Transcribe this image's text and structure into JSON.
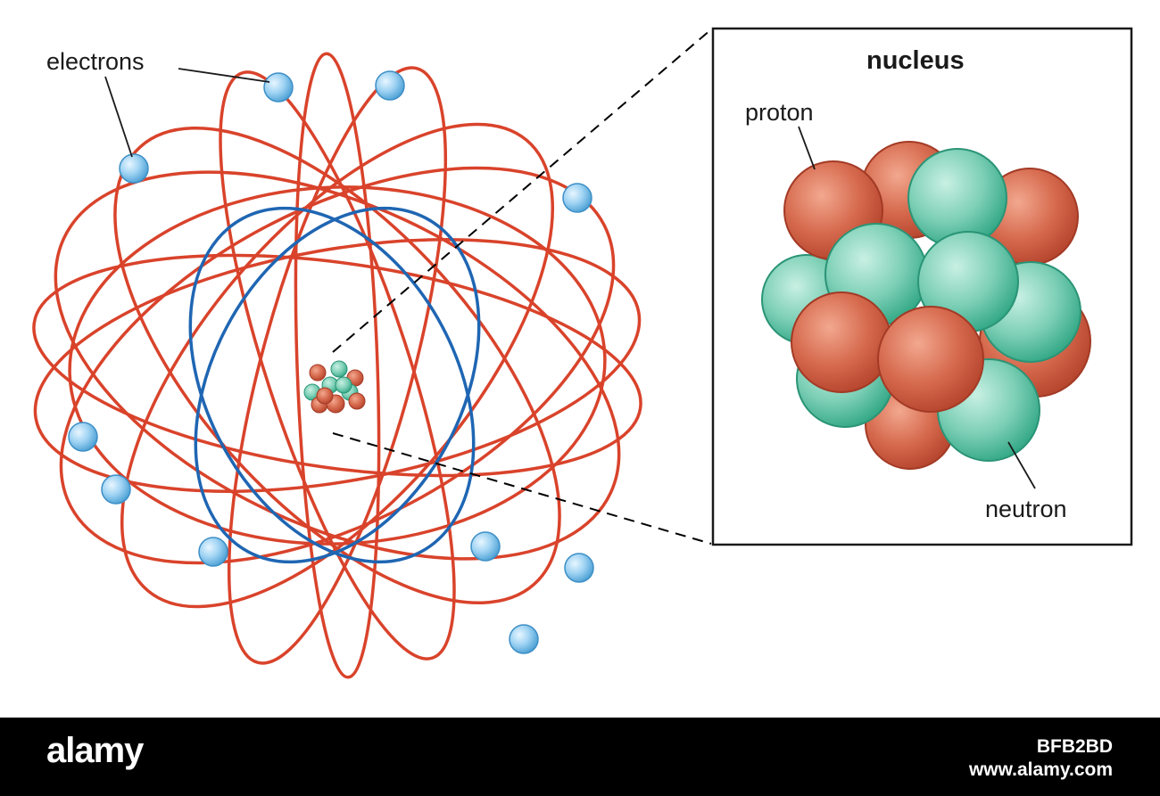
{
  "labels": {
    "electrons": "electrons",
    "nucleus": "nucleus",
    "proton": "proton",
    "neutron": "neutron"
  },
  "footer": {
    "brand": "alamy",
    "image_id": "BFB2BD",
    "site": "www.alamy.com"
  },
  "colors": {
    "outer_orbit": "#d9432b",
    "inner_orbit": "#1f66b3",
    "electron": "#8cc8ee",
    "proton": "#cc5a40",
    "neutron": "#5cc0a3",
    "footer_bg": "#000000"
  }
}
